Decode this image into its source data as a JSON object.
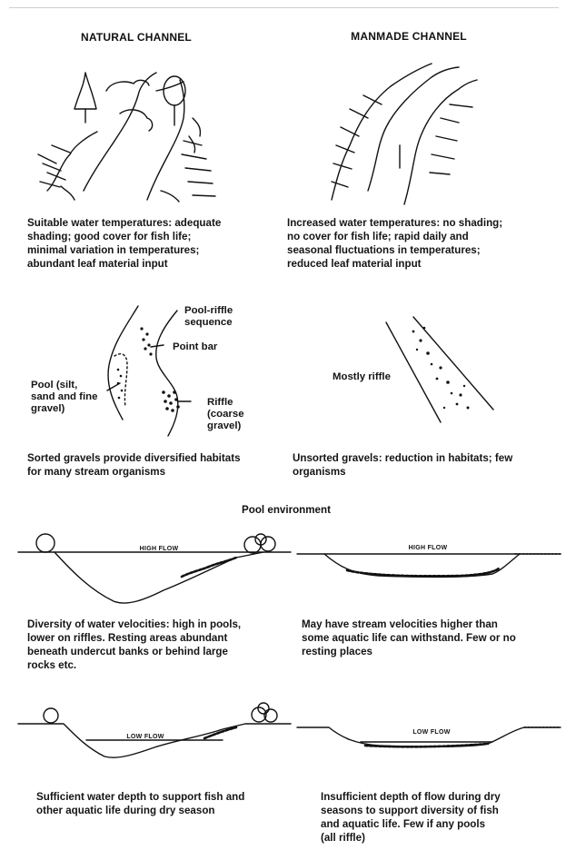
{
  "natural_channel": {
    "heading": "NATURAL CHANNEL",
    "caption_lines": [
      "Suitable water temperatures: adequate",
      "shading; good cover for fish life;",
      "minimal variation in temperatures;",
      "abundant leaf material input"
    ]
  },
  "manmade_channel": {
    "heading": "MANMADE CHANNEL",
    "caption_lines": [
      "Increased water temperatures: no shading;",
      "no cover for fish life; rapid daily and",
      "seasonal fluctuations in temperatures;",
      "reduced leaf material input"
    ]
  },
  "riffle_diagram": {
    "labels": {
      "pool_riffle": [
        "Pool-riffle",
        "sequence"
      ],
      "point_bar": "Point bar",
      "pool": [
        "Pool (silt,",
        "sand and fine",
        "gravel)"
      ],
      "riffle": [
        "Riffle",
        "(coarse",
        "gravel)"
      ],
      "mostly_riffle": "Mostly riffle"
    },
    "caption_left": [
      "Sorted gravels provide diversified habitats",
      "for many stream organisms"
    ],
    "caption_right": [
      "Unsorted gravels: reduction in habitats; few",
      "organisms"
    ]
  },
  "pool_environment": {
    "title": "Pool environment",
    "high_flow_label": "HIGH FLOW",
    "low_flow_label": "LOW FLOW",
    "high_left_caption": [
      "Diversity of water velocities: high in pools,",
      "lower on riffles. Resting areas abundant",
      "beneath undercut banks or behind large",
      "rocks etc."
    ],
    "high_right_caption": [
      "May have stream velocities higher than",
      "some aquatic life can withstand. Few or no",
      "resting places"
    ],
    "low_left_caption": [
      "Sufficient water depth to support fish and",
      "other aquatic life during dry season"
    ],
    "low_right_caption": [
      "Insufficient depth of flow during dry",
      "seasons to support diversity of fish",
      "and aquatic life. Few if any pools",
      "(all riffle)"
    ]
  }
}
